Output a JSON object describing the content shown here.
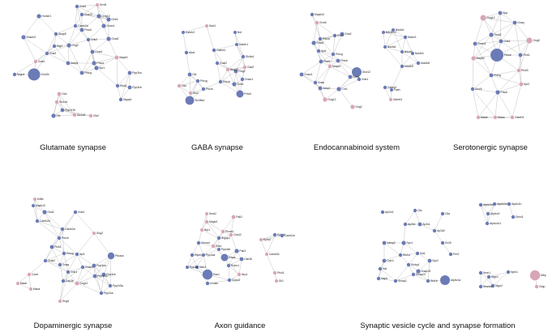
{
  "colors": {
    "node_blue": "#6b7bb6",
    "node_pink": "#d9a5b8",
    "edge": "#9a9a9a",
    "background": "#ffffff"
  },
  "panels": [
    {
      "id": "glutamate",
      "title": "Glutamate synapse",
      "nodes": [
        {
          "label": "Grid2",
          "c": "blue"
        },
        {
          "label": "Grm5",
          "c": "pink"
        },
        {
          "label": "Gng12",
          "c": "blue"
        },
        {
          "label": "Gna12",
          "c": "blue"
        },
        {
          "label": "Homer1",
          "c": "blue"
        },
        {
          "label": "Camk2a",
          "c": "blue"
        },
        {
          "label": "Prkcb",
          "c": "blue"
        },
        {
          "label": "Gnao1",
          "c": "blue"
        },
        {
          "label": "Gnb1",
          "c": "blue"
        },
        {
          "label": "Gnai2",
          "c": "blue"
        },
        {
          "label": "Shank3",
          "c": "blue"
        },
        {
          "label": "Akap5",
          "c": "blue"
        },
        {
          "label": "Gng2",
          "c": "blue"
        },
        {
          "label": "Gnai1",
          "c": "blue"
        },
        {
          "label": "Grik2",
          "c": "blue"
        },
        {
          "label": "Prkca",
          "c": "blue"
        },
        {
          "label": "Mapk3",
          "c": "pink"
        },
        {
          "label": "Dlg4",
          "c": "blue"
        },
        {
          "label": "Gria2",
          "c": "blue"
        },
        {
          "label": "Gria1",
          "c": "pink"
        },
        {
          "label": "Prkcg",
          "c": "blue"
        },
        {
          "label": "Itpr1",
          "c": "blue"
        },
        {
          "label": "Nrgn4",
          "c": "blue"
        },
        {
          "label": "Grin2b",
          "c": "blue"
        },
        {
          "label": "Ppp3ca",
          "c": "blue"
        },
        {
          "label": "Plcb1",
          "c": "blue"
        },
        {
          "label": "Adcy1",
          "c": "blue"
        },
        {
          "label": "Ppp3cb",
          "c": "blue"
        },
        {
          "label": "Dlgap1",
          "c": "blue"
        },
        {
          "label": "Glul",
          "c": "pink"
        },
        {
          "label": "Gls",
          "c": "blue"
        },
        {
          "label": "Slc1a1",
          "c": "pink"
        },
        {
          "label": "Ppp1r1b",
          "c": "blue"
        },
        {
          "label": "Slc1a2",
          "c": "pink"
        },
        {
          "label": "Gls2",
          "c": "pink"
        }
      ]
    },
    {
      "id": "gaba",
      "title": "GABA synapse",
      "nodes": [
        {
          "label": "Gad1",
          "c": "pink"
        },
        {
          "label": "Gabrb2",
          "c": "blue"
        },
        {
          "label": "Nsf",
          "c": "blue"
        },
        {
          "label": "Gabbr1",
          "c": "blue"
        },
        {
          "label": "Abat",
          "c": "blue"
        },
        {
          "label": "Gnai2",
          "c": "blue"
        },
        {
          "label": "Slc6a1",
          "c": "blue"
        },
        {
          "label": "Gng2",
          "c": "blue"
        },
        {
          "label": "Gad2",
          "c": "pink"
        },
        {
          "label": "Gabra1",
          "c": "blue"
        },
        {
          "label": "Gnb1",
          "c": "blue"
        },
        {
          "label": "Gng12",
          "c": "pink"
        },
        {
          "label": "Gnao1",
          "c": "blue"
        },
        {
          "label": "Prkca",
          "c": "blue"
        },
        {
          "label": "Prkcg",
          "c": "blue"
        },
        {
          "label": "Prkcb",
          "c": "blue"
        },
        {
          "label": "Gls",
          "c": "blue"
        },
        {
          "label": "Glul",
          "c": "pink"
        },
        {
          "label": "Gls2",
          "c": "pink"
        },
        {
          "label": "Prkcb",
          "c": "blue"
        },
        {
          "label": "Slc38a1",
          "c": "blue"
        }
      ]
    },
    {
      "id": "endocannabinoid",
      "title": "Endocannabinoid system",
      "nodes": [
        {
          "label": "Mapk10",
          "c": "blue"
        },
        {
          "label": "Grm5",
          "c": "pink"
        },
        {
          "label": "Prkca",
          "c": "blue"
        },
        {
          "label": "Gnai2",
          "c": "blue"
        },
        {
          "label": "Gria2",
          "c": "blue"
        },
        {
          "label": "Grid2",
          "c": "blue"
        },
        {
          "label": "Prkcg",
          "c": "blue"
        },
        {
          "label": "Prkcb",
          "c": "blue"
        },
        {
          "label": "Itpr1",
          "c": "blue"
        },
        {
          "label": "Plcb1",
          "c": "blue"
        },
        {
          "label": "Mapk3",
          "c": "pink"
        },
        {
          "label": "Gnao1",
          "c": "blue"
        },
        {
          "label": "Gna12",
          "c": "blue"
        },
        {
          "label": "Gnb1",
          "c": "blue"
        },
        {
          "label": "Gnas",
          "c": "blue"
        },
        {
          "label": "Gng12",
          "c": "pink"
        },
        {
          "label": "Gria1",
          "c": "blue"
        },
        {
          "label": "Adcy1",
          "c": "blue"
        },
        {
          "label": "Cnr1",
          "c": "blue"
        },
        {
          "label": "Gng2",
          "c": "pink"
        },
        {
          "label": "Ndufb10",
          "c": "blue"
        },
        {
          "label": "Ndufs2",
          "c": "blue"
        },
        {
          "label": "Ndufv1",
          "c": "blue"
        },
        {
          "label": "Ndufa1",
          "c": "blue"
        },
        {
          "label": "Ndufs1",
          "c": "blue"
        },
        {
          "label": "Ndufs3",
          "c": "blue"
        },
        {
          "label": "Ndufb9",
          "c": "blue"
        },
        {
          "label": "Ndufb8",
          "c": "blue"
        },
        {
          "label": "Gabrg2",
          "c": "blue"
        },
        {
          "label": "Faah",
          "c": "blue"
        },
        {
          "label": "Gabrb3",
          "c": "pink"
        }
      ]
    },
    {
      "id": "serotonergic",
      "title": "Serotonergic synapse",
      "nodes": [
        {
          "label": "Gng12",
          "c": "pink"
        },
        {
          "label": "App",
          "c": "blue"
        },
        {
          "label": "Gnaq",
          "c": "blue"
        },
        {
          "label": "Gnai2",
          "c": "blue"
        },
        {
          "label": "Gnb1",
          "c": "blue"
        },
        {
          "label": "Gng5",
          "c": "pink"
        },
        {
          "label": "Gnao1",
          "c": "blue"
        },
        {
          "label": "Mapk3",
          "c": "pink"
        },
        {
          "label": "Prkca",
          "c": "blue"
        },
        {
          "label": "Plcb1",
          "c": "blue"
        },
        {
          "label": "Plcb3",
          "c": "pink"
        },
        {
          "label": "Prkcg",
          "c": "blue"
        },
        {
          "label": "Itpr2",
          "c": "pink"
        },
        {
          "label": "Prkcb",
          "c": "blue"
        },
        {
          "label": "Alox5",
          "c": "blue"
        },
        {
          "label": "Maob",
          "c": "pink"
        },
        {
          "label": "Maoa",
          "c": "pink"
        },
        {
          "label": "Gabrb3",
          "c": "pink"
        }
      ]
    },
    {
      "id": "dopaminergic",
      "title": "Dopaminergic synapse",
      "nodes": [
        {
          "label": "Kif5b",
          "c": "pink"
        },
        {
          "label": "Mapk10",
          "c": "blue"
        },
        {
          "label": "Gria2",
          "c": "blue"
        },
        {
          "label": "Gria1",
          "c": "blue"
        },
        {
          "label": "Camk2b",
          "c": "blue"
        },
        {
          "label": "Camk2a",
          "c": "blue"
        },
        {
          "label": "Prkcb",
          "c": "blue"
        },
        {
          "label": "Plcb1",
          "c": "blue"
        },
        {
          "label": "Gng2",
          "c": "pink"
        },
        {
          "label": "Prkcg",
          "c": "blue"
        },
        {
          "label": "Ppp3ca",
          "c": "blue"
        },
        {
          "label": "Gnai2",
          "c": "blue"
        },
        {
          "label": "Itpr1",
          "c": "blue"
        },
        {
          "label": "Gnao1",
          "c": "blue"
        },
        {
          "label": "Ppp3cb",
          "c": "blue"
        },
        {
          "label": "Gnaq",
          "c": "blue"
        },
        {
          "label": "Gnb1",
          "c": "blue"
        },
        {
          "label": "Prkaca",
          "c": "blue"
        },
        {
          "label": "Ppp1r1b",
          "c": "blue"
        },
        {
          "label": "Gsk3b",
          "c": "blue"
        },
        {
          "label": "Gng12",
          "c": "pink"
        },
        {
          "label": "Ppp2r5a",
          "c": "blue"
        },
        {
          "label": "Ppp2ca",
          "c": "blue"
        },
        {
          "label": "Gng5",
          "c": "pink"
        },
        {
          "label": "Comt",
          "c": "pink"
        },
        {
          "label": "Maob",
          "c": "pink"
        },
        {
          "label": "Maoa",
          "c": "pink"
        }
      ]
    },
    {
      "id": "axon",
      "title": "Axon guidance",
      "nodes": [
        {
          "label": "Gnai2",
          "c": "pink"
        },
        {
          "label": "Mapk3",
          "c": "pink"
        },
        {
          "label": "Pak2",
          "c": "pink"
        },
        {
          "label": "Nrp1",
          "c": "pink"
        },
        {
          "label": "Plxna1",
          "c": "pink"
        },
        {
          "label": "Cdc42",
          "c": "pink"
        },
        {
          "label": "Srgap2",
          "c": "blue"
        },
        {
          "label": "Sema4",
          "c": "blue"
        },
        {
          "label": "Efna",
          "c": "pink"
        },
        {
          "label": "Pak3",
          "c": "blue"
        },
        {
          "label": "Rhoa",
          "c": "blue"
        },
        {
          "label": "Gsk3b",
          "c": "blue"
        },
        {
          "label": "Robo1",
          "c": "blue"
        },
        {
          "label": "Ntrk3",
          "c": "blue"
        },
        {
          "label": "Nrp1",
          "c": "pink"
        },
        {
          "label": "Dpysl2",
          "c": "blue"
        },
        {
          "label": "L1cam",
          "c": "blue"
        },
        {
          "label": "Rac1",
          "c": "blue"
        },
        {
          "label": "Ptpn11",
          "c": "blue"
        },
        {
          "label": "Ppp3r1",
          "c": "blue"
        },
        {
          "label": "Ppp3ca",
          "c": "blue"
        },
        {
          "label": "Ppp3cb",
          "c": "blue"
        },
        {
          "label": "Ephb6",
          "c": "blue"
        },
        {
          "label": "Camk2a",
          "c": "blue"
        },
        {
          "label": "Epha7",
          "c": "pink"
        },
        {
          "label": "Camk2d",
          "c": "pink"
        },
        {
          "label": "Ptch1",
          "c": "pink"
        },
        {
          "label": "Gli1",
          "c": "pink"
        }
      ]
    },
    {
      "id": "synaptic",
      "title": "Synaptic vesicle cycle and synapse formation",
      "nodes": [
        {
          "label": "Ap2m1",
          "c": "blue"
        },
        {
          "label": "Cltc",
          "c": "blue"
        },
        {
          "label": "Clta",
          "c": "blue"
        },
        {
          "label": "Ap2b1",
          "c": "blue"
        },
        {
          "label": "Ap2s1",
          "c": "blue"
        },
        {
          "label": "Ap2a2",
          "c": "blue"
        },
        {
          "label": "Sv2b",
          "c": "blue"
        },
        {
          "label": "Vamp2",
          "c": "blue"
        },
        {
          "label": "Syn1",
          "c": "blue"
        },
        {
          "label": "Stx1a",
          "c": "blue"
        },
        {
          "label": "Stxbp1",
          "c": "blue"
        },
        {
          "label": "Syt1",
          "c": "blue"
        },
        {
          "label": "Cplx1",
          "c": "blue"
        },
        {
          "label": "Syn2",
          "c": "blue"
        },
        {
          "label": "Nsf",
          "c": "blue"
        },
        {
          "label": "Snap25",
          "c": "blue"
        },
        {
          "label": "Prrt2",
          "c": "blue"
        },
        {
          "label": "Napb",
          "c": "blue"
        },
        {
          "label": "Snap23",
          "c": "blue"
        },
        {
          "label": "Stx1b",
          "c": "blue"
        },
        {
          "label": "Stxbp2",
          "c": "blue"
        },
        {
          "label": "Atp6v1a",
          "c": "blue"
        },
        {
          "label": "Atp6v1e2",
          "c": "blue"
        },
        {
          "label": "Atp6v0d1",
          "c": "blue"
        },
        {
          "label": "Atp6v1h",
          "c": "blue"
        },
        {
          "label": "Atp6v1f",
          "c": "blue"
        },
        {
          "label": "Dmxl1",
          "c": "blue"
        },
        {
          "label": "Atp6v1e1",
          "c": "blue"
        },
        {
          "label": "Nrxn1",
          "c": "blue"
        },
        {
          "label": "Nlgn1",
          "c": "blue"
        },
        {
          "label": "Nlgn2",
          "c": "blue"
        },
        {
          "label": "Shank2",
          "c": "blue"
        },
        {
          "label": "Nptx1",
          "c": "blue"
        },
        {
          "label": "Mbp",
          "c": "pink"
        },
        {
          "label": "Gfap",
          "c": "pink"
        }
      ]
    }
  ]
}
